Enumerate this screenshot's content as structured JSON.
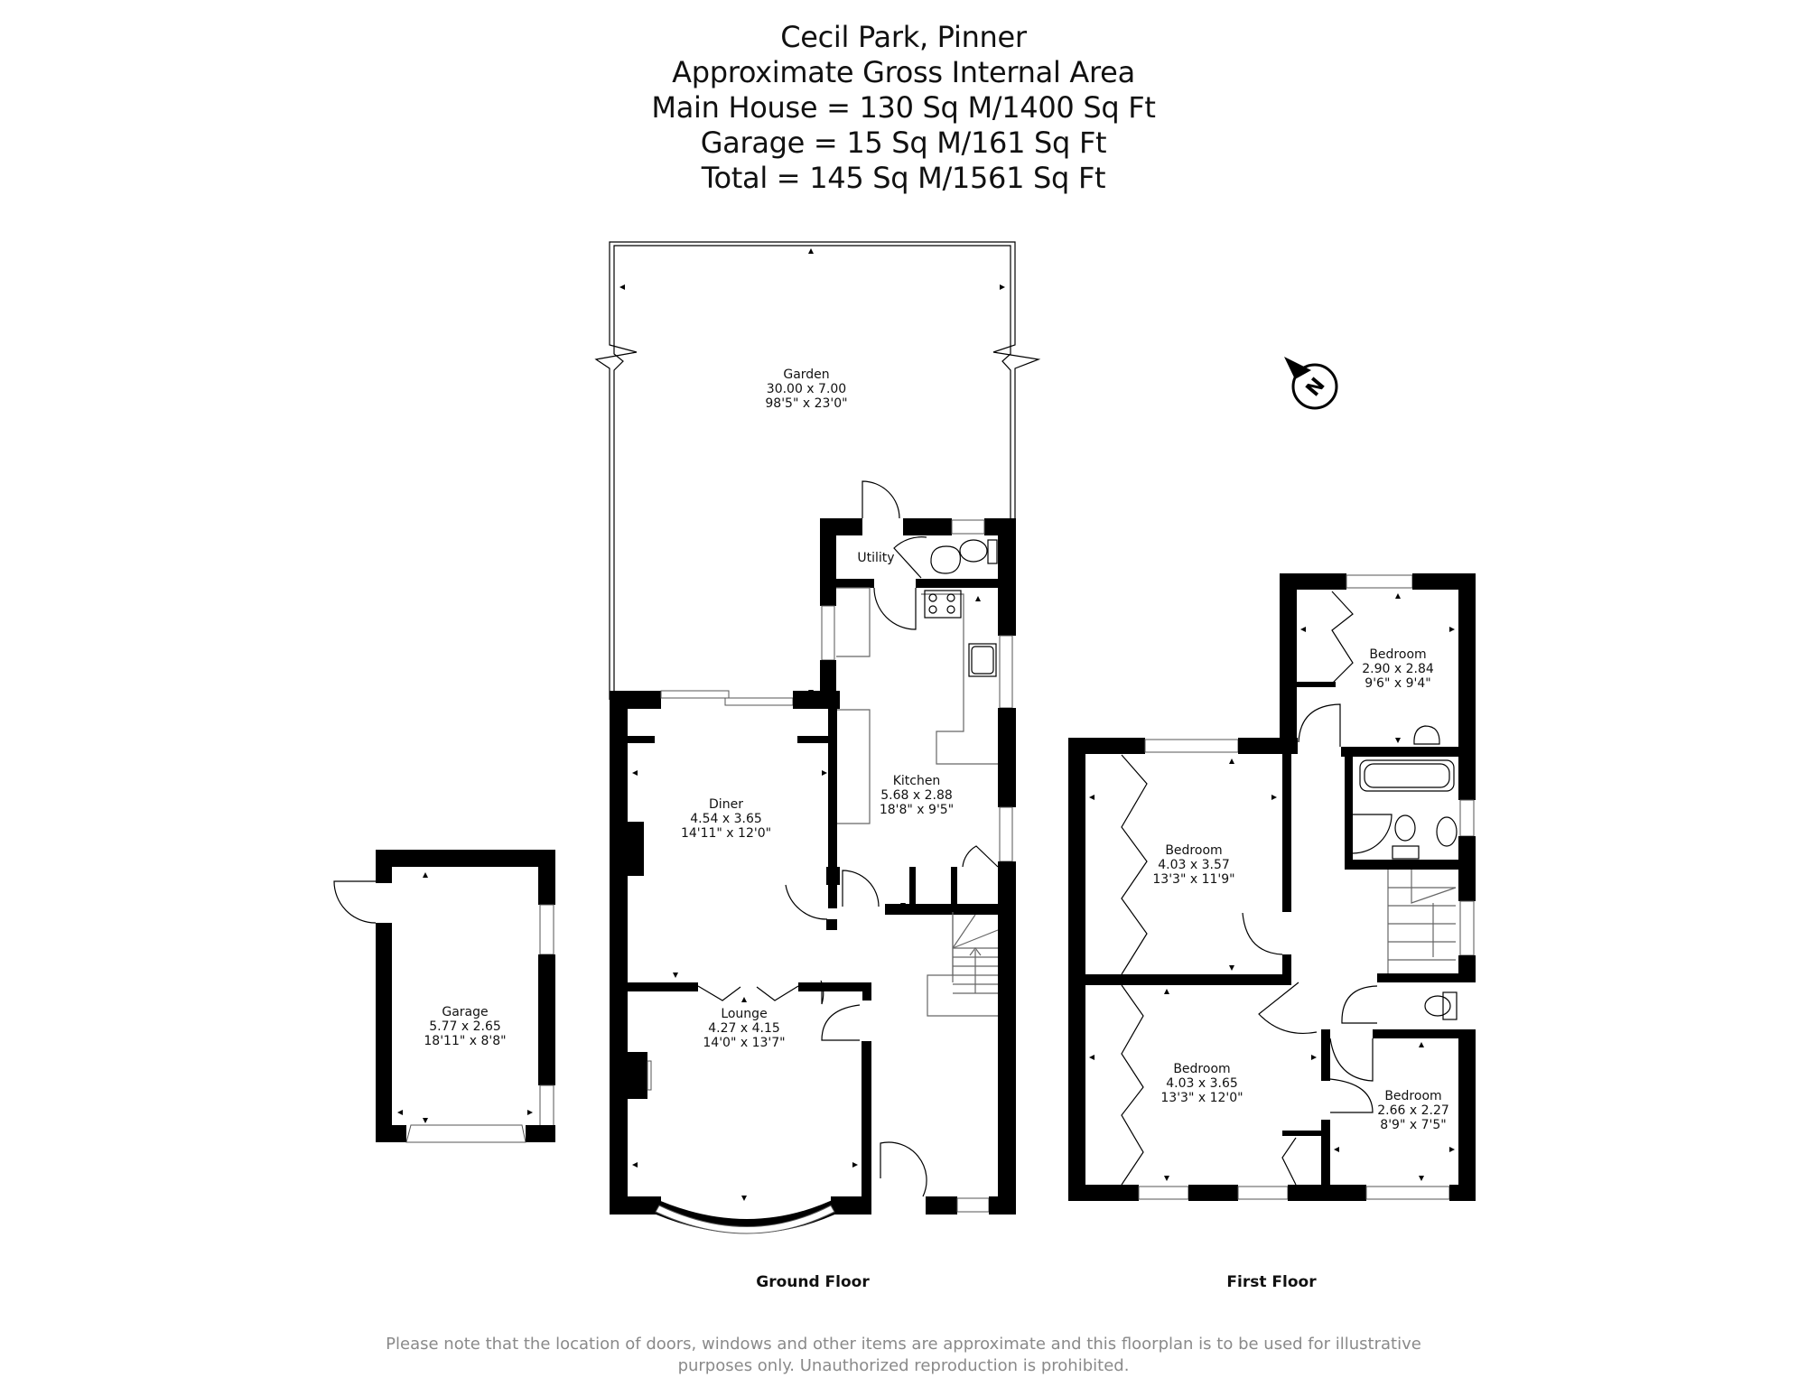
{
  "header": {
    "title": "Cecil Park, Pinner",
    "subtitle": "Approximate Gross Internal Area",
    "areas": [
      "Main House = 130 Sq M/1400 Sq Ft",
      "Garage = 15 Sq M/161 Sq Ft",
      "Total = 145 Sq M/1561 Sq Ft"
    ]
  },
  "compass": {
    "label": "N",
    "icon": "north-arrow-icon"
  },
  "ground_floor": {
    "label": "Ground Floor",
    "rooms": [
      {
        "name": "Garden",
        "metric": "30.00 x 7.00",
        "imperial": "98'5\" x 23'0\""
      },
      {
        "name": "Utility",
        "metric": "",
        "imperial": ""
      },
      {
        "name": "Kitchen",
        "metric": "5.68 x 2.88",
        "imperial": "18'8\" x 9'5\""
      },
      {
        "name": "Diner",
        "metric": "4.54 x 3.65",
        "imperial": "14'11\" x 12'0\""
      },
      {
        "name": "Lounge",
        "metric": "4.27 x 4.15",
        "imperial": "14'0\" x 13'7\""
      },
      {
        "name": "Garage",
        "metric": "5.77 x 2.65",
        "imperial": "18'11\" x 8'8\""
      }
    ]
  },
  "first_floor": {
    "label": "First Floor",
    "rooms": [
      {
        "name": "Bedroom",
        "metric": "2.90 x 2.84",
        "imperial": "9'6\" x 9'4\""
      },
      {
        "name": "Bedroom",
        "metric": "4.03 x 3.57",
        "imperial": "13'3\" x 11'9\""
      },
      {
        "name": "Bedroom",
        "metric": "4.03 x 3.65",
        "imperial": "13'3\" x 12'0\""
      },
      {
        "name": "Bedroom",
        "metric": "2.66 x 2.27",
        "imperial": "8'9\" x 7'5\""
      }
    ]
  },
  "footer": {
    "disclaimer_line1": "Please note that the location of doors, windows and other items are approximate and this floorplan is to be used for illustrative",
    "disclaimer_line2": "purposes only. Unauthorized reproduction is prohibited."
  },
  "colors": {
    "wall": "#000000",
    "text": "#111111",
    "disclaimer": "#8a8a8a"
  }
}
